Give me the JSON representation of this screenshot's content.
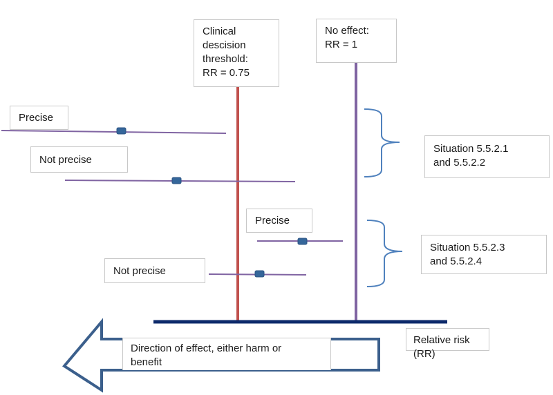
{
  "colors": {
    "threshold_line": "#c0504d",
    "no_effect_line": "#8064a2",
    "axis": "#0d2a6b",
    "ci_line": "#8064a2",
    "marker": "#35669a",
    "brace": "#4f81bd",
    "arrow": "#3b5f8c",
    "box_border": "#c8c8c8"
  },
  "labels": {
    "threshold": "Clinical\ndescision\nthreshold:\nRR = 0.75",
    "no_effect": "No effect:\nRR = 1",
    "precise_1": "Precise",
    "not_precise_1": "Not precise",
    "precise_2": "Precise",
    "not_precise_2": "Not precise",
    "situation_1": "Situation  5.5.2.1\nand 5.5.2.2",
    "situation_2": "Situation  5.5.2.3\nand 5.5.2.4",
    "axis_label": "Relative risk (RR)",
    "arrow_label": "Direction of effect, either harm or\nbenefit"
  },
  "intervals": [
    {
      "name": "precise-interval-1",
      "precision": "precise",
      "group": "situation 5.5.2.1 and 5.5.2.2"
    },
    {
      "name": "not-precise-interval-1",
      "precision": "not precise",
      "group": "situation 5.5.2.1 and 5.5.2.2"
    },
    {
      "name": "precise-interval-2",
      "precision": "precise",
      "group": "situation 5.5.2.3 and 5.5.2.4"
    },
    {
      "name": "not-precise-interval-2",
      "precision": "not precise",
      "group": "situation 5.5.2.3 and 5.5.2.4"
    }
  ]
}
